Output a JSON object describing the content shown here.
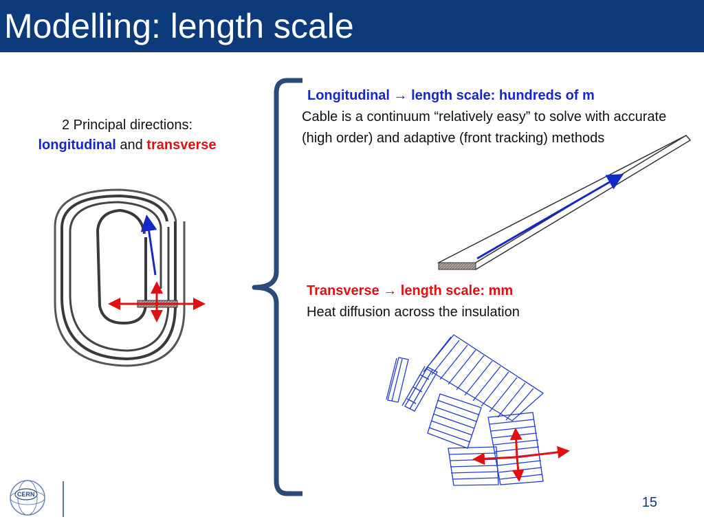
{
  "slide": {
    "title": "Modelling: length scale",
    "page_number": "15"
  },
  "intro": {
    "line1": "2 Principal directions:",
    "longitudinal": "longitudinal",
    "and": " and ",
    "transverse": "transverse"
  },
  "longitudinal_block": {
    "heading_a": "Longitudinal ",
    "arrow": "→",
    "heading_b": " length scale: hundreds of m",
    "body": "Cable is a continuum “relatively easy” to solve with accurate (high order) and adaptive (front tracking) methods"
  },
  "transverse_block": {
    "heading_a": "Transverse ",
    "arrow": "→",
    "heading_b": " length scale: mm",
    "body": "Heat diffusion across the insulation"
  },
  "logo": {
    "text": "CERN"
  },
  "colors": {
    "title_bar": "#0c3a7a",
    "longitudinal": "#1428c8",
    "transverse": "#e01010",
    "brace": "#2a4a7a"
  }
}
